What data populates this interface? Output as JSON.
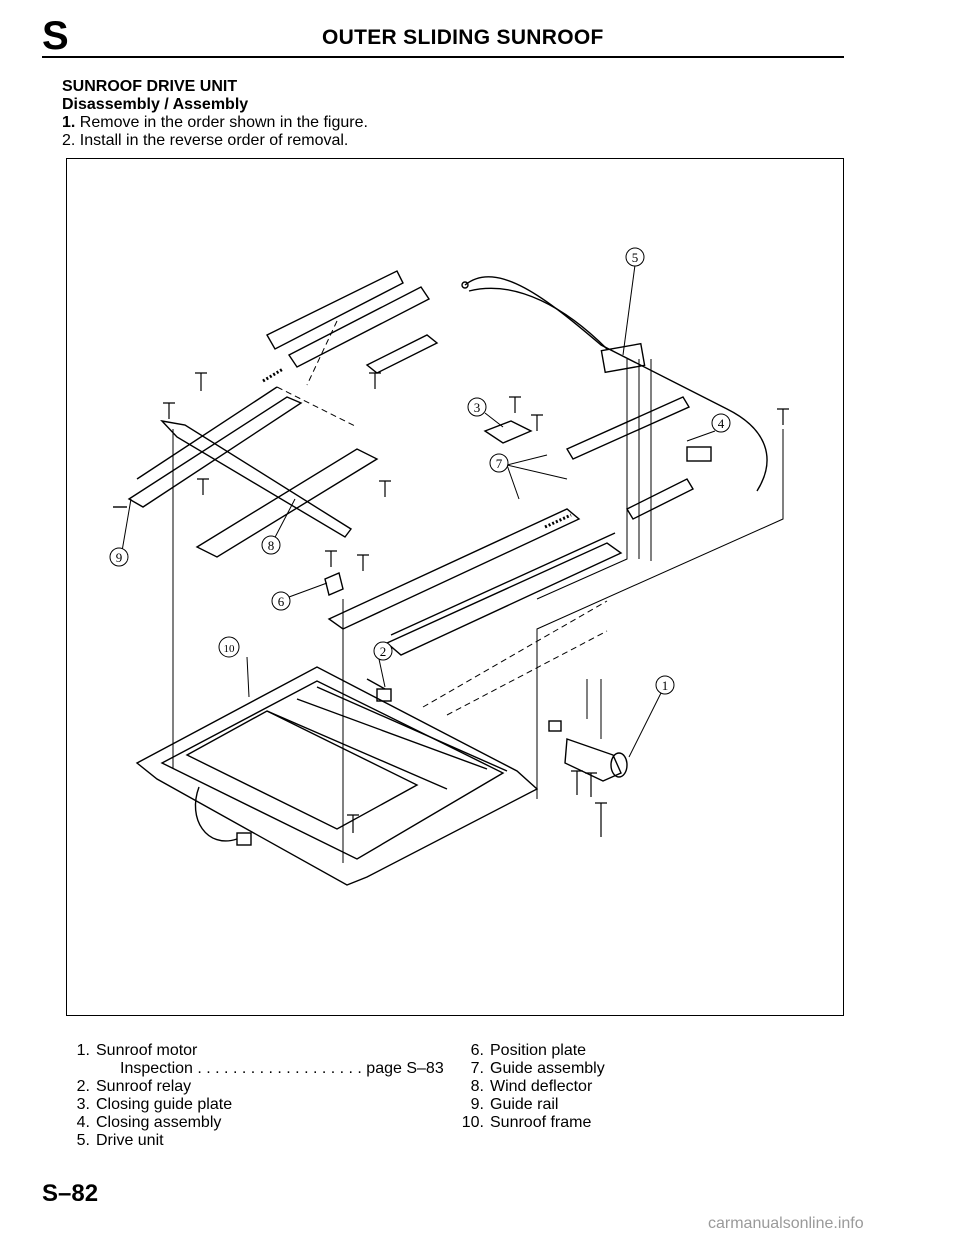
{
  "header": {
    "section_letter": "S",
    "title": "OUTER SLIDING SUNROOF"
  },
  "section": {
    "title": "SUNROOF DRIVE UNIT",
    "subtitle": "Disassembly / Assembly",
    "steps": [
      {
        "num": "1.",
        "text": "Remove in the order shown in the figure."
      },
      {
        "num": "2.",
        "text": "Install in the reverse order of removal."
      }
    ]
  },
  "callouts": [
    "1",
    "2",
    "3",
    "4",
    "5",
    "6",
    "7",
    "8",
    "9",
    "10"
  ],
  "parts_left": [
    {
      "num": "1.",
      "name": "Sunroof motor",
      "sub": "Inspection . . . . . . . . . . . . . . . . . . . page S–83"
    },
    {
      "num": "2.",
      "name": "Sunroof relay"
    },
    {
      "num": "3.",
      "name": "Closing guide plate"
    },
    {
      "num": "4.",
      "name": "Closing assembly"
    },
    {
      "num": "5.",
      "name": "Drive unit"
    }
  ],
  "parts_right": [
    {
      "num": "6.",
      "name": "Position plate"
    },
    {
      "num": "7.",
      "name": "Guide assembly"
    },
    {
      "num": "8.",
      "name": "Wind deflector"
    },
    {
      "num": "9.",
      "name": "Guide rail"
    },
    {
      "num": "10.",
      "name": "Sunroof frame"
    }
  ],
  "footer": {
    "page": "S–82"
  },
  "watermark": "carmanualsonline.info"
}
